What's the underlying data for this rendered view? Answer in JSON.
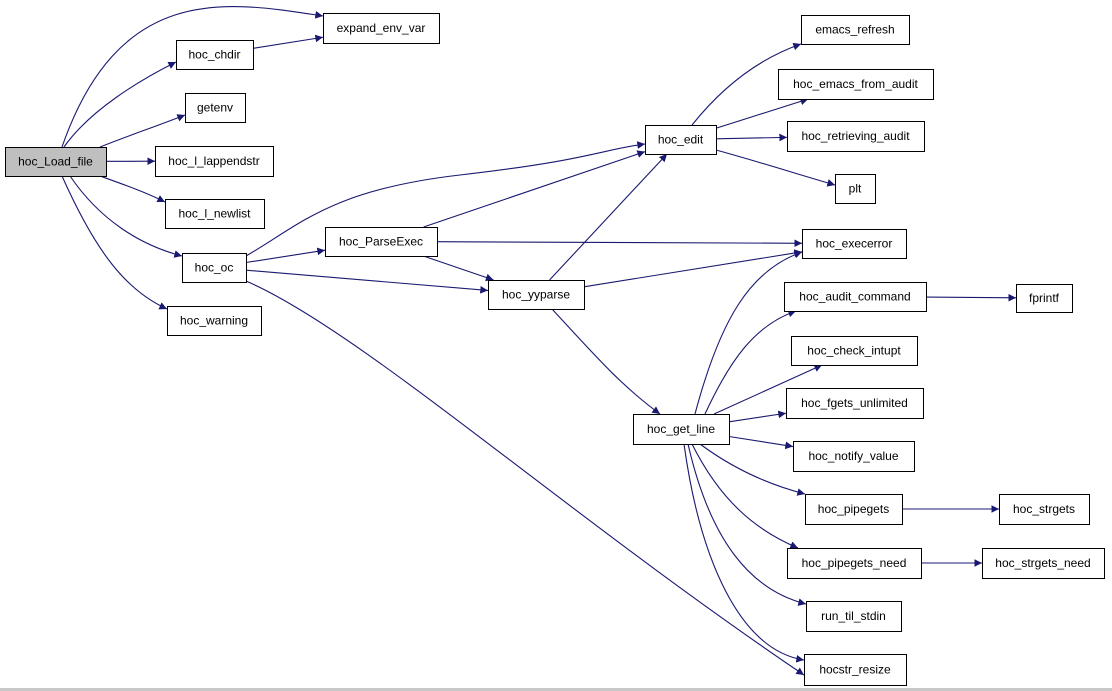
{
  "diagram": {
    "type": "call-graph",
    "edge_color": "#191970",
    "root_fill": "#bfbfbf",
    "node_fill": "#ffffff",
    "nodes": [
      {
        "id": "hoc_Load_file",
        "label": "hoc_Load_file",
        "root": true
      },
      {
        "id": "expand_env_var",
        "label": "expand_env_var"
      },
      {
        "id": "hoc_chdir",
        "label": "hoc_chdir"
      },
      {
        "id": "getenv",
        "label": "getenv"
      },
      {
        "id": "hoc_l_lappendstr",
        "label": "hoc_l_lappendstr"
      },
      {
        "id": "hoc_l_newlist",
        "label": "hoc_l_newlist"
      },
      {
        "id": "hoc_oc",
        "label": "hoc_oc"
      },
      {
        "id": "hoc_warning",
        "label": "hoc_warning"
      },
      {
        "id": "hoc_ParseExec",
        "label": "hoc_ParseExec"
      },
      {
        "id": "hoc_yyparse",
        "label": "hoc_yyparse"
      },
      {
        "id": "hoc_edit",
        "label": "hoc_edit"
      },
      {
        "id": "hoc_get_line",
        "label": "hoc_get_line"
      },
      {
        "id": "emacs_refresh",
        "label": "emacs_refresh"
      },
      {
        "id": "hoc_emacs_from_audit",
        "label": "hoc_emacs_from_audit"
      },
      {
        "id": "hoc_retrieving_audit",
        "label": "hoc_retrieving_audit"
      },
      {
        "id": "plt",
        "label": "plt"
      },
      {
        "id": "hoc_execerror",
        "label": "hoc_execerror"
      },
      {
        "id": "hoc_audit_command",
        "label": "hoc_audit_command"
      },
      {
        "id": "fprintf",
        "label": "fprintf"
      },
      {
        "id": "hoc_check_intupt",
        "label": "hoc_check_intupt"
      },
      {
        "id": "hoc_fgets_unlimited",
        "label": "hoc_fgets_unlimited"
      },
      {
        "id": "hoc_notify_value",
        "label": "hoc_notify_value"
      },
      {
        "id": "hoc_pipegets",
        "label": "hoc_pipegets"
      },
      {
        "id": "hoc_strgets",
        "label": "hoc_strgets"
      },
      {
        "id": "hoc_pipegets_need",
        "label": "hoc_pipegets_need"
      },
      {
        "id": "hoc_strgets_need",
        "label": "hoc_strgets_need"
      },
      {
        "id": "run_til_stdin",
        "label": "run_til_stdin"
      },
      {
        "id": "hocstr_resize",
        "label": "hocstr_resize"
      }
    ],
    "edges": [
      {
        "from": "hoc_Load_file",
        "to": "expand_env_var"
      },
      {
        "from": "hoc_Load_file",
        "to": "hoc_chdir"
      },
      {
        "from": "hoc_Load_file",
        "to": "getenv"
      },
      {
        "from": "hoc_Load_file",
        "to": "hoc_l_lappendstr"
      },
      {
        "from": "hoc_Load_file",
        "to": "hoc_l_newlist"
      },
      {
        "from": "hoc_Load_file",
        "to": "hoc_oc"
      },
      {
        "from": "hoc_Load_file",
        "to": "hoc_warning"
      },
      {
        "from": "hoc_chdir",
        "to": "expand_env_var"
      },
      {
        "from": "hoc_oc",
        "to": "hoc_edit"
      },
      {
        "from": "hoc_oc",
        "to": "hoc_ParseExec"
      },
      {
        "from": "hoc_oc",
        "to": "hoc_yyparse"
      },
      {
        "from": "hoc_oc",
        "to": "hocstr_resize"
      },
      {
        "from": "hoc_ParseExec",
        "to": "hoc_edit"
      },
      {
        "from": "hoc_ParseExec",
        "to": "hoc_execerror"
      },
      {
        "from": "hoc_ParseExec",
        "to": "hoc_yyparse"
      },
      {
        "from": "hoc_yyparse",
        "to": "hoc_edit"
      },
      {
        "from": "hoc_yyparse",
        "to": "hoc_execerror"
      },
      {
        "from": "hoc_yyparse",
        "to": "hoc_get_line"
      },
      {
        "from": "hoc_edit",
        "to": "emacs_refresh"
      },
      {
        "from": "hoc_edit",
        "to": "hoc_emacs_from_audit"
      },
      {
        "from": "hoc_edit",
        "to": "hoc_retrieving_audit"
      },
      {
        "from": "hoc_edit",
        "to": "plt"
      },
      {
        "from": "hoc_get_line",
        "to": "hoc_execerror"
      },
      {
        "from": "hoc_get_line",
        "to": "hoc_audit_command"
      },
      {
        "from": "hoc_get_line",
        "to": "hoc_check_intupt"
      },
      {
        "from": "hoc_get_line",
        "to": "hoc_fgets_unlimited"
      },
      {
        "from": "hoc_get_line",
        "to": "hoc_notify_value"
      },
      {
        "from": "hoc_get_line",
        "to": "hoc_pipegets"
      },
      {
        "from": "hoc_get_line",
        "to": "hoc_pipegets_need"
      },
      {
        "from": "hoc_get_line",
        "to": "run_til_stdin"
      },
      {
        "from": "hoc_get_line",
        "to": "hocstr_resize"
      },
      {
        "from": "hoc_audit_command",
        "to": "fprintf"
      },
      {
        "from": "hoc_pipegets",
        "to": "hoc_strgets"
      },
      {
        "from": "hoc_pipegets_need",
        "to": "hoc_strgets_need"
      }
    ]
  }
}
